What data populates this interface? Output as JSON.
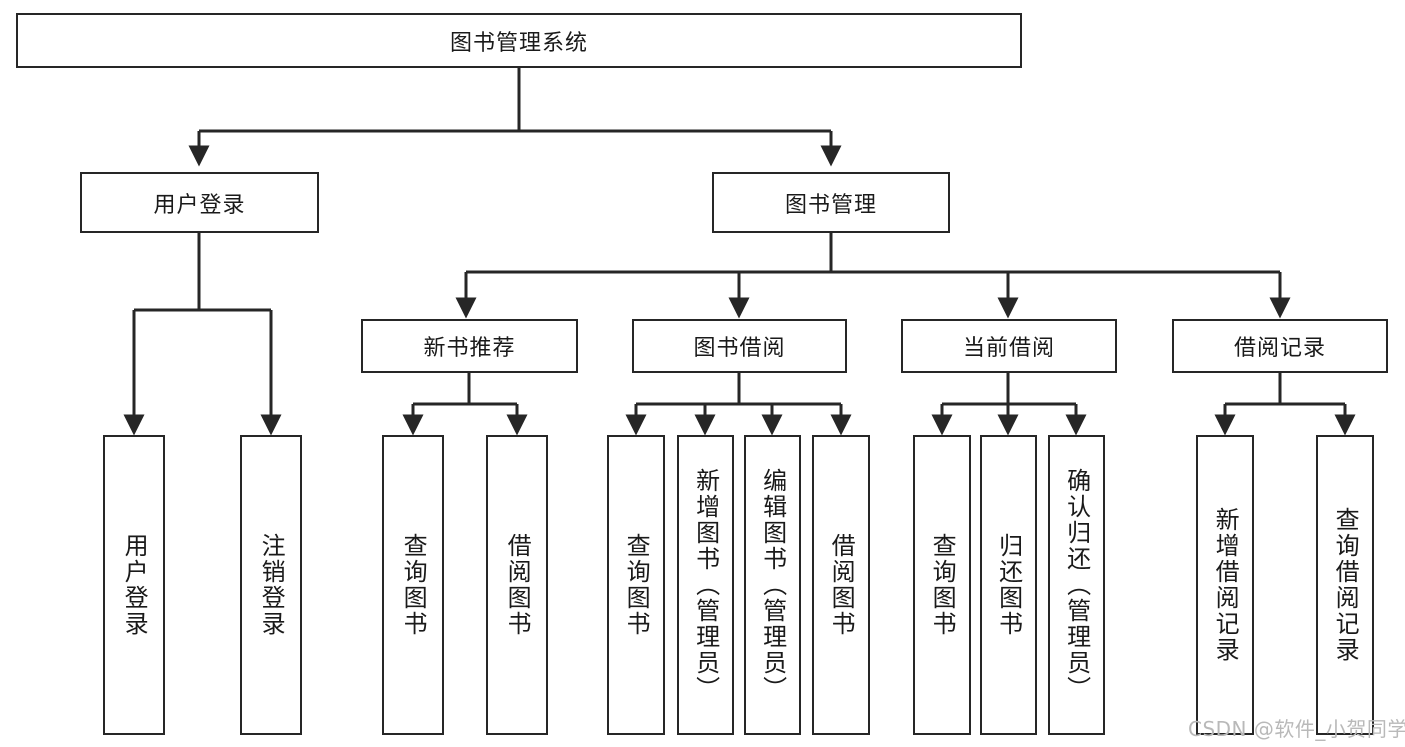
{
  "diagram": {
    "title": "图书管理系统",
    "type": "tree",
    "orientation": "top-down",
    "colors": {
      "node_border": "#262626",
      "node_fill": "#ffffff",
      "edge": "#262626",
      "text": "#1a1a1a",
      "watermark": "#b9b9b9",
      "background": "#ffffff"
    },
    "nodes": {
      "root": {
        "label": "图书管理系统",
        "level": 0
      },
      "user_login": {
        "label": "用户登录",
        "level": 1
      },
      "book_manage": {
        "label": "图书管理",
        "level": 1
      },
      "new_book_rec": {
        "label": "新书推荐",
        "level": 2
      },
      "book_borrow": {
        "label": "图书借阅",
        "level": 2
      },
      "current_borrow": {
        "label": "当前借阅",
        "level": 2
      },
      "borrow_record": {
        "label": "借阅记录",
        "level": 2
      },
      "leaf_user_login": {
        "label": "用户登录",
        "level": 2
      },
      "leaf_user_logout": {
        "label": "注销登录",
        "level": 2
      },
      "leaf_query_book_1": {
        "label": "查询图书",
        "level": 3
      },
      "leaf_borrow_book_1": {
        "label": "借阅图书",
        "level": 3
      },
      "leaf_query_book_2": {
        "label": "查询图书",
        "level": 3
      },
      "leaf_add_book": {
        "label": "新增图书（管理员）",
        "level": 3
      },
      "leaf_edit_book": {
        "label": "编辑图书（管理员）",
        "level": 3
      },
      "leaf_borrow_book_2": {
        "label": "借阅图书",
        "level": 3
      },
      "leaf_query_book_3": {
        "label": "查询图书",
        "level": 3
      },
      "leaf_return_book": {
        "label": "归还图书",
        "level": 3
      },
      "leaf_confirm_return": {
        "label": "确认归还（管理员）",
        "level": 3
      },
      "leaf_add_record": {
        "label": "新增借阅记录",
        "level": 3
      },
      "leaf_query_record": {
        "label": "查询借阅记录",
        "level": 3
      }
    },
    "edges": [
      {
        "from": "root",
        "to": "user_login"
      },
      {
        "from": "root",
        "to": "book_manage"
      },
      {
        "from": "user_login",
        "to": "leaf_user_login"
      },
      {
        "from": "user_login",
        "to": "leaf_user_logout"
      },
      {
        "from": "book_manage",
        "to": "new_book_rec"
      },
      {
        "from": "book_manage",
        "to": "book_borrow"
      },
      {
        "from": "book_manage",
        "to": "current_borrow"
      },
      {
        "from": "book_manage",
        "to": "borrow_record"
      },
      {
        "from": "new_book_rec",
        "to": "leaf_query_book_1"
      },
      {
        "from": "new_book_rec",
        "to": "leaf_borrow_book_1"
      },
      {
        "from": "book_borrow",
        "to": "leaf_query_book_2"
      },
      {
        "from": "book_borrow",
        "to": "leaf_add_book"
      },
      {
        "from": "book_borrow",
        "to": "leaf_edit_book"
      },
      {
        "from": "book_borrow",
        "to": "leaf_borrow_book_2"
      },
      {
        "from": "current_borrow",
        "to": "leaf_query_book_3"
      },
      {
        "from": "current_borrow",
        "to": "leaf_return_book"
      },
      {
        "from": "current_borrow",
        "to": "leaf_confirm_return"
      },
      {
        "from": "borrow_record",
        "to": "leaf_add_record"
      },
      {
        "from": "borrow_record",
        "to": "leaf_query_record"
      }
    ]
  },
  "watermark": {
    "text": "CSDN @软件_小贺同学"
  }
}
